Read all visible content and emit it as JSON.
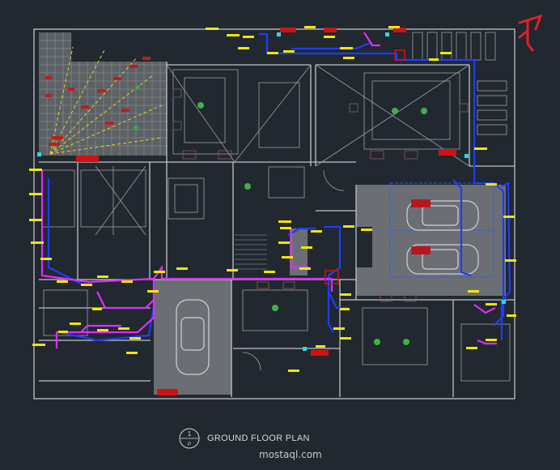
{
  "drawing": {
    "title": "GROUND FLOOR PLAN",
    "view_number": "1",
    "view_sheet": "P"
  },
  "watermark": {
    "text": "mostaql.com"
  },
  "colors": {
    "background": "#212830",
    "walls": "#bfc4c8",
    "tags": "#f2e600",
    "pipe_blue": "#1f3cff",
    "pipe_magenta": "#e02cff",
    "fixture_red": "#d11212",
    "garage_fill": "#707478",
    "grid_fill": "#8a8f94",
    "logo_red": "#e0202a"
  },
  "icons": {
    "logo": "logo-icon",
    "car": "car-icon",
    "plant": "plant-icon"
  }
}
